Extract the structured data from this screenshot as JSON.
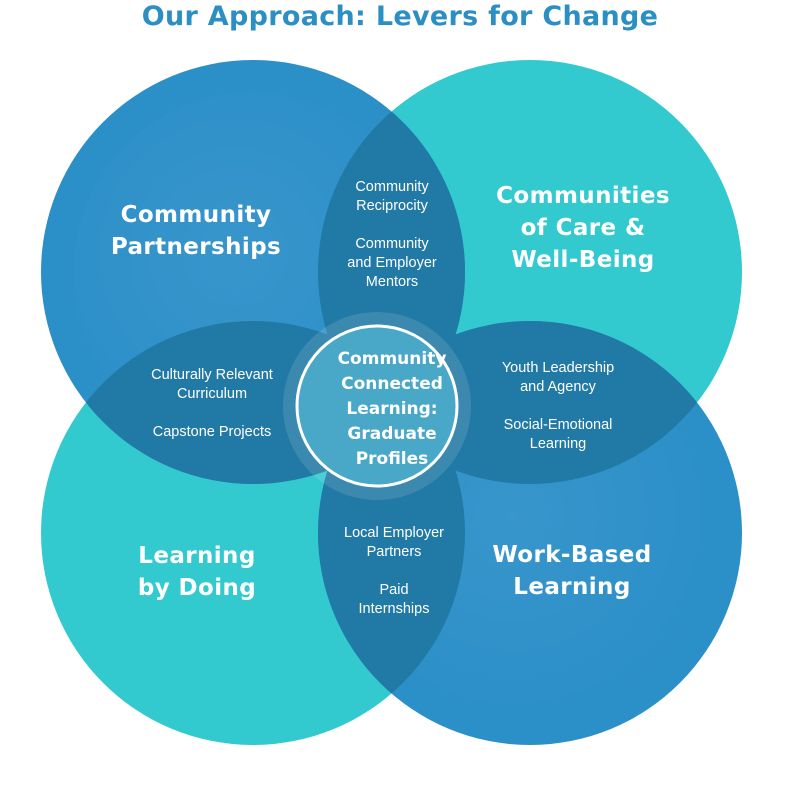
{
  "title": "Our Approach: Levers for Change",
  "colors": {
    "title": "#2c8fc4",
    "blue_circle": "#2b8fc8",
    "teal_circle": "#32c9cf",
    "overlap": "#2179a5",
    "center": "#4eb1d0",
    "text": "#ffffff"
  },
  "circles": {
    "top_left": "Community\nPartnerships",
    "top_right": "Communities\nof Care &\nWell-Being",
    "bottom_left": "Learning\nby Doing",
    "bottom_right": "Work-Based\nLearning"
  },
  "center": "Community\nConnected\nLearning:\nGraduate\nProfiles",
  "overlaps": {
    "top": [
      "Community\nReciprocity",
      "Community\nand Employer\nMentors"
    ],
    "left": [
      "Culturally Relevant\nCurriculum",
      "Capstone Projects"
    ],
    "right": [
      "Youth Leadership\nand Agency",
      "Social-Emotional\nLearning"
    ],
    "bottom": [
      "Local Employer\nPartners",
      "Paid\nInternships"
    ]
  }
}
